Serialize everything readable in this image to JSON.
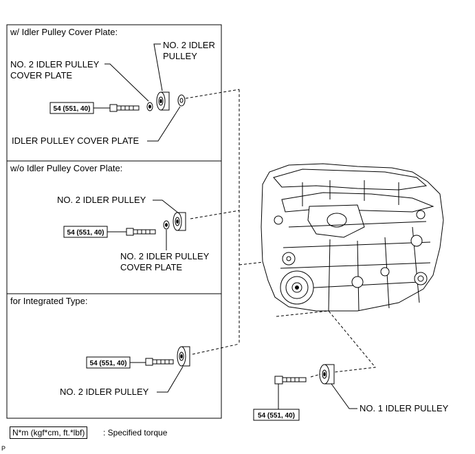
{
  "sections": [
    {
      "title": "w/ Idler Pulley Cover Plate:",
      "labels": {
        "pulley": [
          "NO. 2 IDLER",
          "PULLEY"
        ],
        "cover_plate": [
          "NO. 2 IDLER PULLEY",
          "COVER PLATE"
        ],
        "idler_cover_plate": "IDLER PULLEY COVER PLATE"
      },
      "torque": "54 (551, 40)"
    },
    {
      "title": "w/o Idler Pulley Cover Plate:",
      "labels": {
        "pulley": "NO. 2 IDLER PULLEY",
        "cover_plate": [
          "NO. 2 IDLER PULLEY",
          "COVER PLATE"
        ]
      },
      "torque": "54 (551, 40)"
    },
    {
      "title": "for Integrated Type:",
      "labels": {
        "pulley": "NO. 2 IDLER PULLEY"
      },
      "torque": "54 (551, 40)"
    }
  ],
  "engine_area": {
    "torque": "54 (551, 40)",
    "pulley_label": "NO. 1 IDLER PULLEY"
  },
  "legend": {
    "box": "N*m (kgf*cm, ft.*lbf)",
    "text": ": Specified torque"
  },
  "corner_mark": "P"
}
